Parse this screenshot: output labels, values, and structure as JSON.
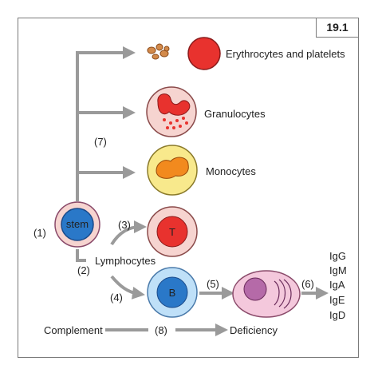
{
  "figure": {
    "badge": "19.1"
  },
  "cells": {
    "erythro": "Erythrocytes and platelets",
    "gran": "Granulocytes",
    "mono": "Monocytes",
    "stem": "stem",
    "t": "T",
    "b": "B",
    "lymph": "Lymphocytes"
  },
  "steps": [
    "(1)",
    "(2)",
    "(3)",
    "(4)",
    "(5)",
    "(6)",
    "(7)",
    "(8)"
  ],
  "antibodies": [
    "IgG",
    "IgM",
    "IgA",
    "IgE",
    "IgD"
  ],
  "complement": {
    "left": "Complement",
    "right": "Deficiency"
  },
  "colors": {
    "arrow": "#9a9a9a",
    "red": "#e8322e",
    "pink": "#f6d4d0",
    "yellow": "#f8e98c",
    "orange": "#f28a1e",
    "blue": "#2a78c8",
    "lightblue": "#bfe0f8",
    "purple": "#b56aa8",
    "plasma": "#f4c8dc"
  }
}
